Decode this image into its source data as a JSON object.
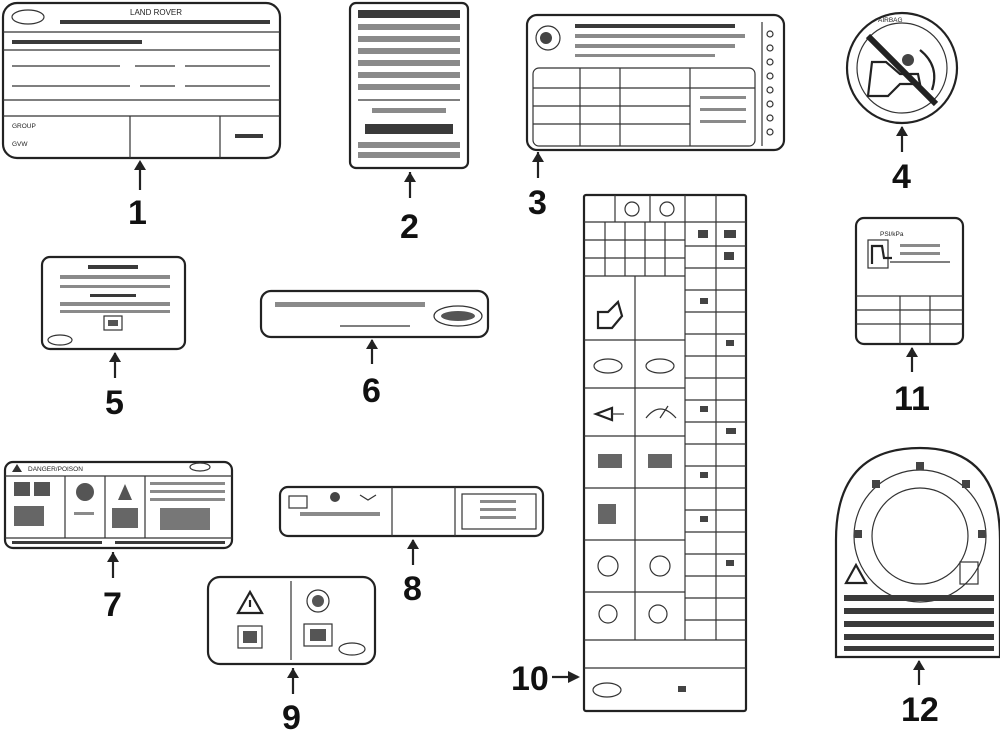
{
  "callouts": {
    "c1": "1",
    "c2": "2",
    "c3": "3",
    "c4": "4",
    "c5": "5",
    "c6": "6",
    "c7": "7",
    "c8": "8",
    "c9": "9",
    "c10": "10",
    "c11": "11",
    "c12": "12"
  },
  "labels": {
    "vin_brand": "LAND ROVER",
    "vin_group": "GROUP",
    "vin_gvw": "GVW",
    "warning_title": "DANGER/POISON",
    "airbag_title": "AIRBAG",
    "pressure_title": "PSI/kPa"
  },
  "icons": [
    "warning-triangle-icon",
    "airbag-icon",
    "seat-icon",
    "fan-icon",
    "wiper-icon",
    "horn-icon"
  ]
}
